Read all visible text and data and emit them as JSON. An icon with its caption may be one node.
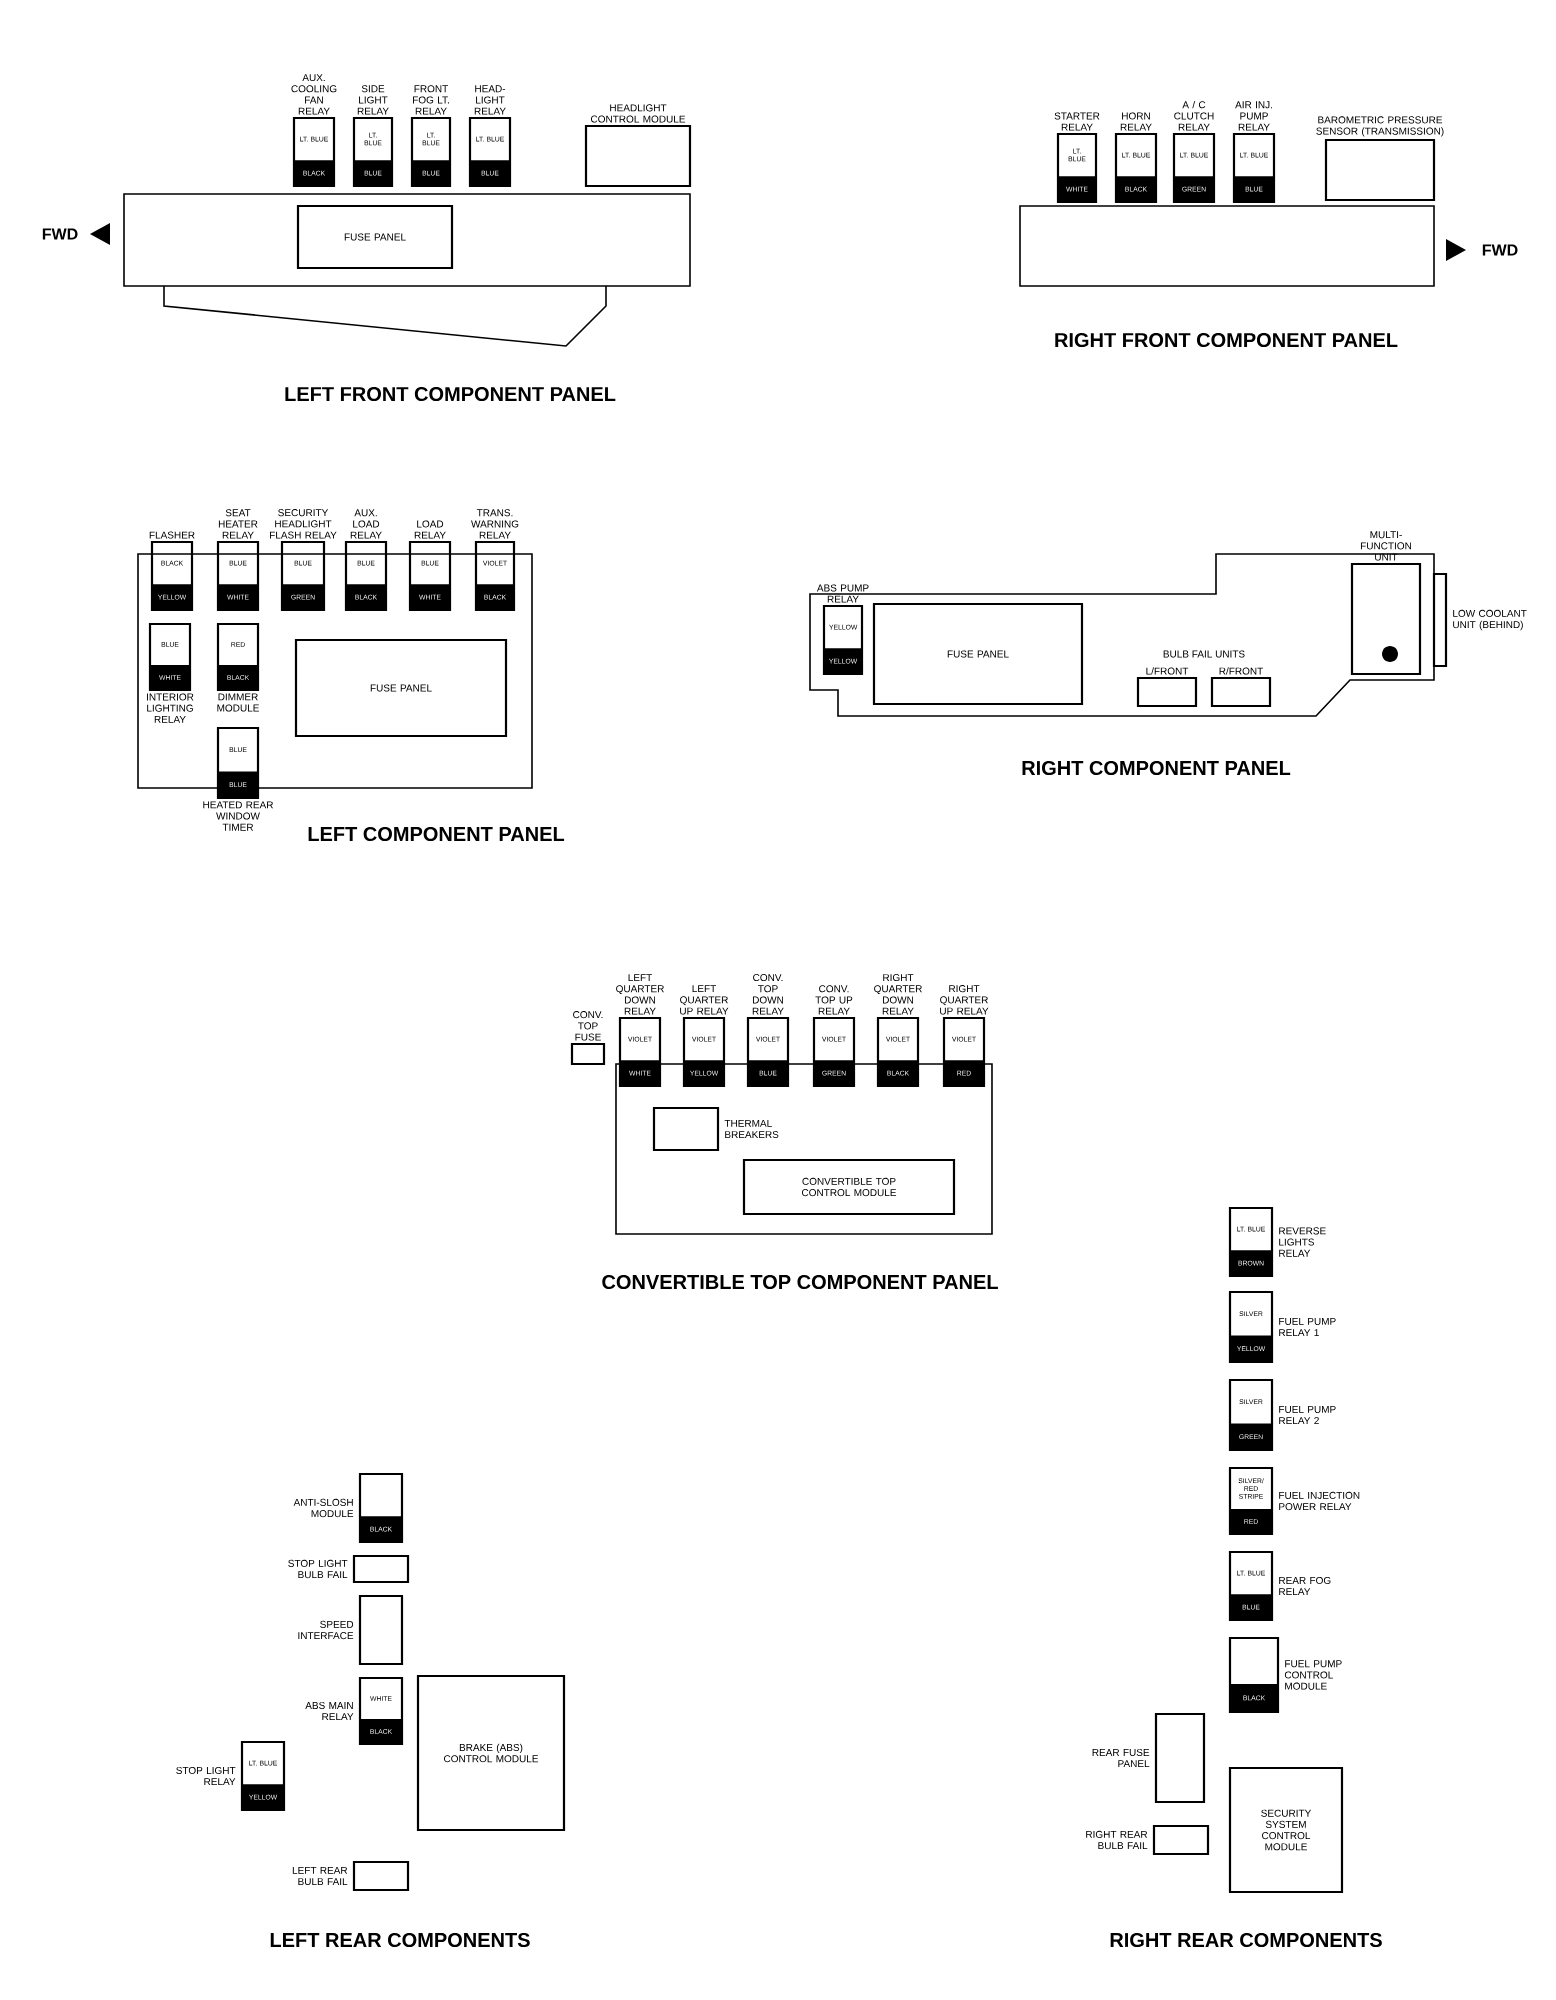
{
  "diagram": {
    "nodes": [
      {
        "text": [
          "AUX. COOLING FAN RELAY",
          "LT. BLUE",
          "BLACK"
        ]
      },
      {
        "text": [
          "SIDE LIGHT RELAY",
          "LT. BLUE",
          "BLUE"
        ]
      },
      {
        "text": [
          "FRONT FOG LT. RELAY",
          "LT. BLUE",
          "BLUE"
        ]
      },
      {
        "text": [
          "HEAD-LIGHT RELAY",
          "LT. BLUE",
          "BLUE"
        ]
      },
      {
        "text": [
          "HEADLIGHT CONTROL MODULE"
        ]
      },
      {
        "text": [],
        "shape": "box"
      },
      {
        "text": [
          "FUSE PANEL"
        ],
        "in": 5
      },
      {
        "text": [
          "STARTER RELAY",
          "LT. BLUE",
          "WHITE"
        ]
      },
      {
        "text": [
          "HORN RELAY",
          "LT. BLUE",
          "BLACK"
        ]
      },
      {
        "text": [
          "A / C CLUTCH RELAY",
          "LT. BLUE",
          "GREEN"
        ]
      },
      {
        "text": [
          "AIR INJ. PUMP RELAY",
          "LT. BLUE",
          "BLUE"
        ]
      },
      {
        "text": [
          "BAROMETRIC PRESSURE SENSOR (TRANSMISSION)"
        ]
      },
      {
        "text": [],
        "shape": "box"
      },
      {
        "text": [
          "FLASHER",
          "BLACK",
          "YELLOW"
        ]
      },
      {
        "text": [
          "SEAT HEATER RELAY",
          "BLUE",
          "WHITE"
        ]
      },
      {
        "text": [
          "SECURITY HEADLIGHT FLASH RELAY",
          "BLUE",
          "GREEN"
        ]
      },
      {
        "text": [
          "AUX. LOAD RELAY",
          "BLUE",
          "BLACK"
        ]
      },
      {
        "text": [
          "LOAD RELAY",
          "BLUE",
          "WHITE"
        ]
      },
      {
        "text": [
          "TRANS. WARNING RELAY",
          "VIOLET",
          "BLACK"
        ]
      },
      {
        "text": [],
        "shape": "box"
      },
      {
        "text": [
          "BLUE",
          "WHITE",
          "INTERIOR LIGHTING RELAY"
        ],
        "in": 19
      },
      {
        "text": [
          "RED",
          "BLACK",
          "DIMMER MODULE"
        ],
        "in": 19
      },
      {
        "text": [
          "FUSE PANEL"
        ],
        "in": 19
      },
      {
        "text": [
          "BLUE",
          "BLUE",
          "HEATED REAR WINDOW TIMER"
        ]
      },
      {
        "text": [],
        "shape": "box"
      },
      {
        "text": [
          "ABS PUMP RELAY",
          "YELLOW",
          "YELLOW"
        ],
        "in": 24
      },
      {
        "text": [
          "FUSE PANEL"
        ],
        "in": 24
      },
      {
        "text": [
          "L/FRONT"
        ],
        "in": 24
      },
      {
        "text": [
          "R/FRONT"
        ],
        "in": 24
      },
      {
        "text": [
          "MULTI-FUNCTION UNIT"
        ],
        "in": 24
      },
      {
        "text": [
          "LOW COOLANT UNIT (BEHIND)"
        ]
      },
      {
        "text": [
          "CONV. TOP FUSE"
        ]
      },
      {
        "text": [
          "LEFT QUARTER DOWN RELAY",
          "VIOLET",
          "WHITE"
        ]
      },
      {
        "text": [
          "LEFT QUARTER UP RELAY",
          "VIOLET",
          "YELLOW"
        ]
      },
      {
        "text": [
          "CONV. TOP DOWN RELAY",
          "VIOLET",
          "BLUE"
        ]
      },
      {
        "text": [
          "CONV. TOP UP RELAY",
          "VIOLET",
          "GREEN"
        ]
      },
      {
        "text": [
          "RIGHT QUARTER DOWN RELAY",
          "VIOLET",
          "BLACK"
        ]
      },
      {
        "text": [
          "RIGHT QUARTER UP RELAY",
          "VIOLET",
          "RED"
        ]
      },
      {
        "text": [],
        "shape": "box"
      },
      {
        "text": [
          "THERMAL BREAKERS"
        ],
        "in": 38
      },
      {
        "text": [
          "CONVERTIBLE TOP CONTROL MODULE"
        ],
        "in": 38
      },
      {
        "text": [
          "ANTI-SLOSH MODULE",
          "BLACK"
        ]
      },
      {
        "text": [
          "STOP LIGHT BULB FAIL"
        ]
      },
      {
        "text": [
          "SPEED INTERFACE"
        ]
      },
      {
        "text": [
          "ABS MAIN RELAY",
          "WHITE",
          "BLACK"
        ]
      },
      {
        "text": [
          "BRAKE (ABS) CONTROL MODULE"
        ]
      },
      {
        "text": [
          "STOP LIGHT RELAY",
          "LT. BLUE",
          "YELLOW"
        ]
      },
      {
        "text": [
          "LEFT REAR BULB FAIL"
        ]
      },
      {
        "text": [
          "LT. BLUE",
          "BROWN",
          "REVERSE LIGHTS RELAY"
        ]
      },
      {
        "text": [
          "SILVER",
          "YELLOW",
          "FUEL PUMP RELAY 1"
        ]
      },
      {
        "text": [
          "SILVER",
          "GREEN",
          "FUEL PUMP RELAY 2"
        ]
      },
      {
        "text": [
          "SILVER/ RED STRIPE",
          "RED",
          "FUEL INJECTION POWER RELAY"
        ]
      },
      {
        "text": [
          "LT. BLUE",
          "BLUE",
          "REAR FOG RELAY"
        ]
      },
      {
        "text": [
          "BLACK",
          "FUEL PUMP CONTROL MODULE"
        ]
      },
      {
        "text": [
          "REAR FUSE PANEL"
        ]
      },
      {
        "text": [
          "SECURITY SYSTEM CONTROL MODULE"
        ]
      },
      {
        "text": [
          "RIGHT REAR BULB FAIL"
        ]
      }
    ],
    "labels": [
      "FWD",
      "LEFT FRONT COMPONENT PANEL",
      "FWD",
      "RIGHT FRONT COMPONENT PANEL",
      "LEFT COMPONENT PANEL",
      "BULB FAIL UNITS",
      "RIGHT COMPONENT PANEL",
      "CONVERTIBLE TOP COMPONENT PANEL",
      "LEFT REAR COMPONENTS",
      "RIGHT REAR COMPONENTS"
    ]
  }
}
